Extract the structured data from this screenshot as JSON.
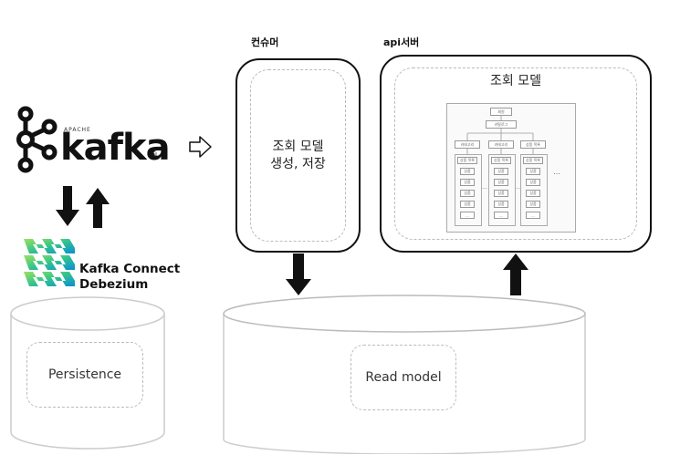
{
  "kafka": {
    "apache": "APACHE",
    "name": "kafka",
    "registered": "®"
  },
  "connect": {
    "line1": "Kafka Connect",
    "line2": "Debezium"
  },
  "persistence": {
    "label": "Persistence"
  },
  "consumer": {
    "title": "컨슈머",
    "line1": "조회 모델",
    "line2": "생성, 저장"
  },
  "api_server": {
    "title": "api서버",
    "model_title": "조회 모델"
  },
  "read_model": {
    "label": "Read model"
  },
  "tree": {
    "root": "회원",
    "mid": "카탈로그",
    "level1": [
      "카테고리",
      "카테고리",
      "상품 목록"
    ],
    "items": [
      "상품 목록",
      "상품",
      "상품",
      "상품",
      "상품",
      "…"
    ],
    "separator": "…"
  }
}
